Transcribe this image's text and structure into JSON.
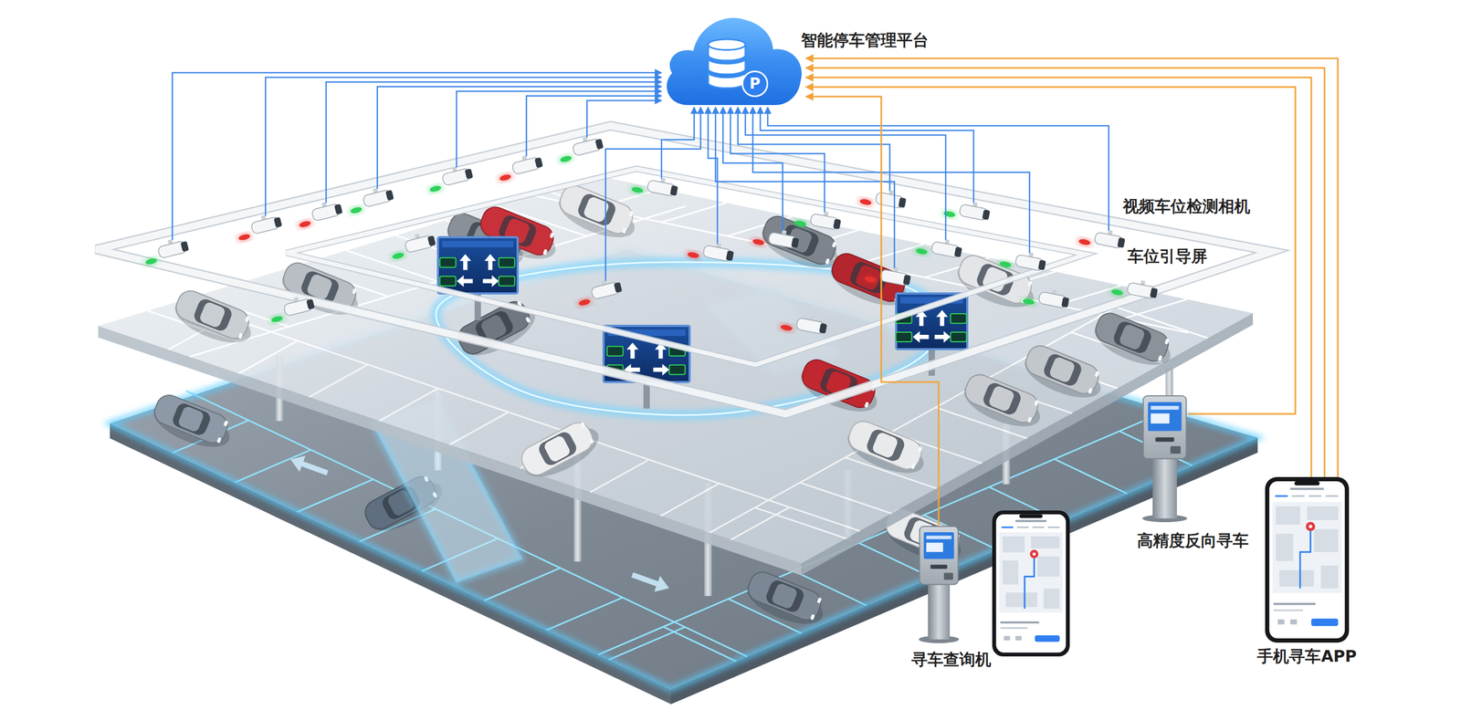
{
  "diagram": {
    "nodes": [
      {
        "text": [
          "智能停车管理平台",
          "P"
        ]
      },
      {
        "text": [
          "高精度反向寻车"
        ]
      },
      {
        "text": [
          "手机寻车APP"
        ]
      },
      {
        "text": [
          "寻车查询机"
        ]
      }
    ],
    "edges": [
      {
        "from": 1,
        "to": 0,
        "arrow": "to"
      },
      {
        "from": 2,
        "to": 0,
        "arrow": "to"
      },
      {
        "from": 2,
        "to": 0,
        "arrow": "to"
      },
      {
        "from": 2,
        "to": 0,
        "arrow": "to"
      },
      {
        "from": 3,
        "to": 0,
        "arrow": "to"
      }
    ],
    "labels": [
      "视频车位检测相机",
      "车位引导屏"
    ]
  }
}
